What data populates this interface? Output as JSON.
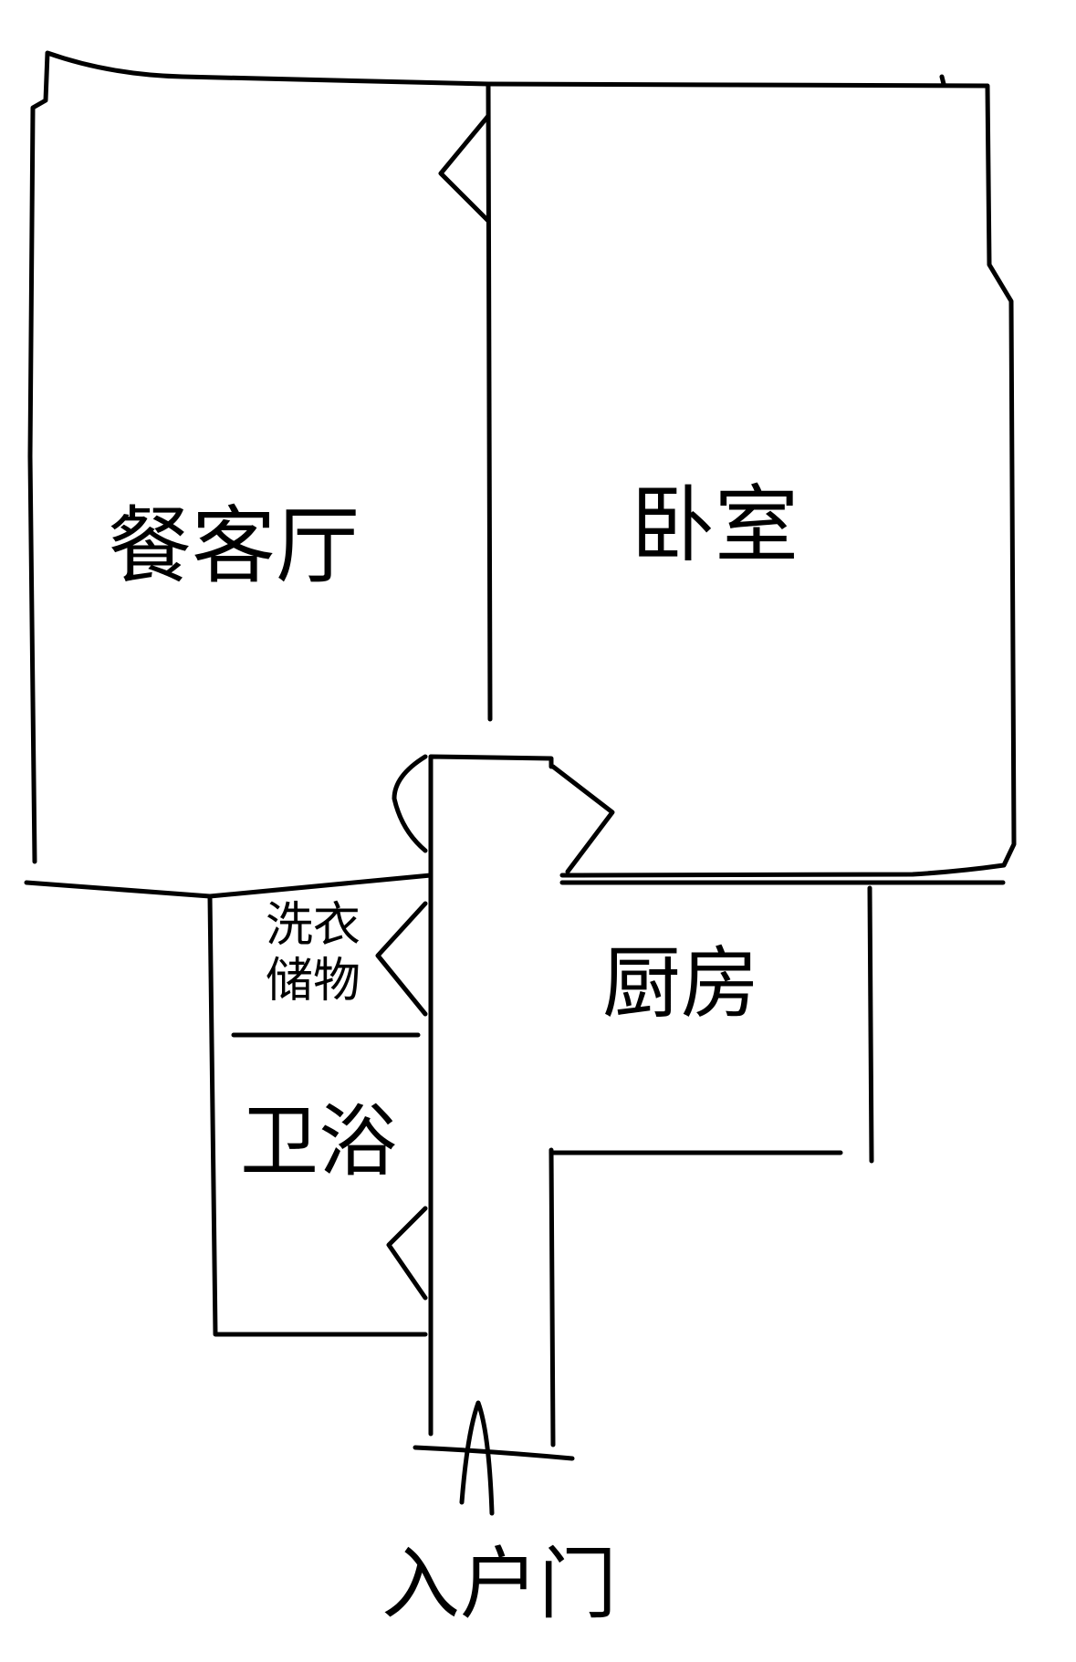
{
  "rooms": {
    "living_dining": "餐客厅",
    "bedroom": "卧室",
    "kitchen": "厨房",
    "laundry_line1": "洗衣",
    "laundry_line2": "储物",
    "bathroom": "卫浴",
    "entrance": "入户门"
  },
  "colors": {
    "stroke": "#000000",
    "background": "#ffffff"
  }
}
